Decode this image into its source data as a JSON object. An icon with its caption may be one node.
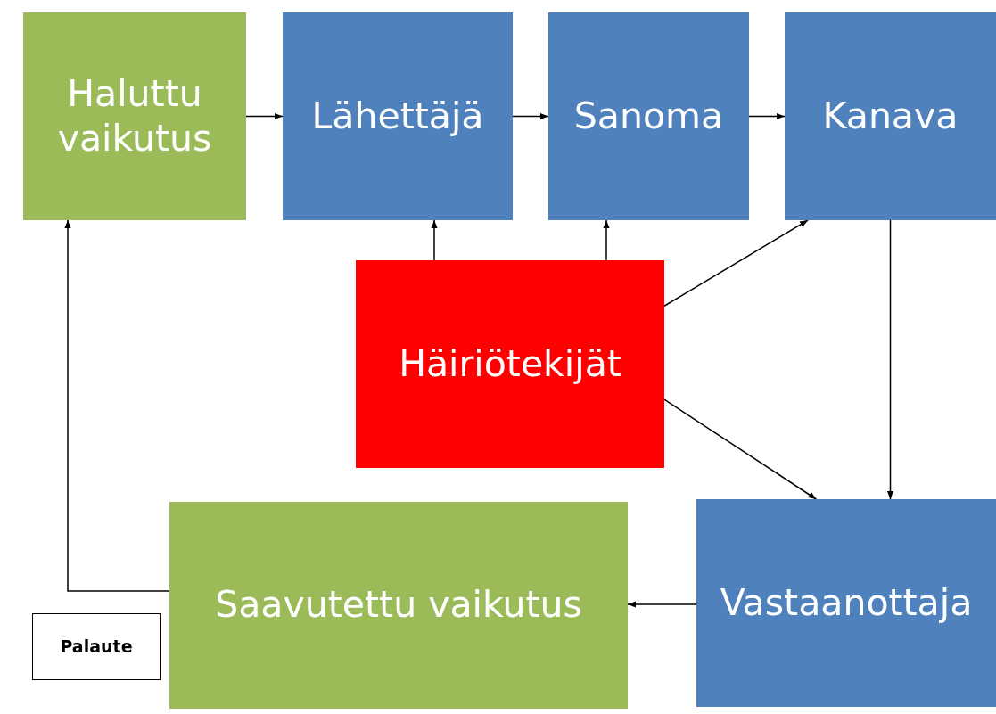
{
  "diagram": {
    "nodes": [
      {
        "text": [
          "Haluttu vaikutus"
        ]
      },
      {
        "text": [
          "Lähettäjä"
        ]
      },
      {
        "text": [
          "Sanoma"
        ]
      },
      {
        "text": [
          "Kanava"
        ]
      },
      {
        "text": [
          "Häiriötekijät"
        ]
      },
      {
        "text": [
          "Saavutettu vaikutus"
        ]
      },
      {
        "text": [
          "Vastaanottaja"
        ]
      },
      {
        "text": [
          "Palaute"
        ]
      }
    ],
    "edges": [
      {
        "from": 0,
        "to": 1,
        "arrow": "to"
      },
      {
        "from": 1,
        "to": 2,
        "arrow": "to"
      },
      {
        "from": 2,
        "to": 3,
        "arrow": "to"
      },
      {
        "from": 4,
        "to": 1,
        "arrow": "to"
      },
      {
        "from": 4,
        "to": 2,
        "arrow": "to"
      },
      {
        "from": 4,
        "to": 3,
        "arrow": "to"
      },
      {
        "from": 4,
        "to": 6,
        "arrow": "to"
      },
      {
        "from": 3,
        "to": 6,
        "arrow": "to"
      },
      {
        "from": 6,
        "to": 5,
        "arrow": "to"
      },
      {
        "from": 5,
        "to": 0,
        "arrow": "to"
      }
    ]
  }
}
